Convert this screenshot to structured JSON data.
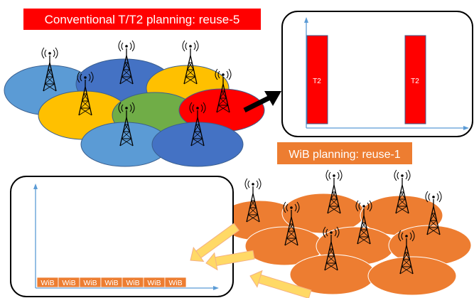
{
  "top_banner": {
    "text": "Conventional T/T2 planning: reuse-5",
    "bg": "#ff0000",
    "fg": "#ffffff"
  },
  "wib_banner": {
    "text": "WiB planning: reuse-1",
    "bg": "#ed7d31",
    "fg": "#ffffff"
  },
  "t2_chart": {
    "bars": [
      {
        "label": "T2"
      },
      {
        "label": "T2"
      }
    ],
    "bar_color": "#ff0000",
    "axis_color": "#5b9bd5"
  },
  "wib_chart": {
    "labels": [
      "WiB",
      "WiB",
      "WiB",
      "WiB",
      "WiB",
      "WiB",
      "WiB"
    ],
    "bar_color": "#ed7d31",
    "axis_color": "#5b9bd5"
  },
  "colors": {
    "light_blue": "#5b9bd5",
    "dark_blue": "#4472c4",
    "yellow": "#ffc000",
    "green": "#70ad47",
    "red": "#ff0000",
    "orange": "#ed7d31",
    "cell_outline": "#3a5f8f",
    "arrow_fill": "#ffd966"
  },
  "icons": {
    "tower": "radio-tower-icon",
    "arrow": "arrow-icon"
  }
}
